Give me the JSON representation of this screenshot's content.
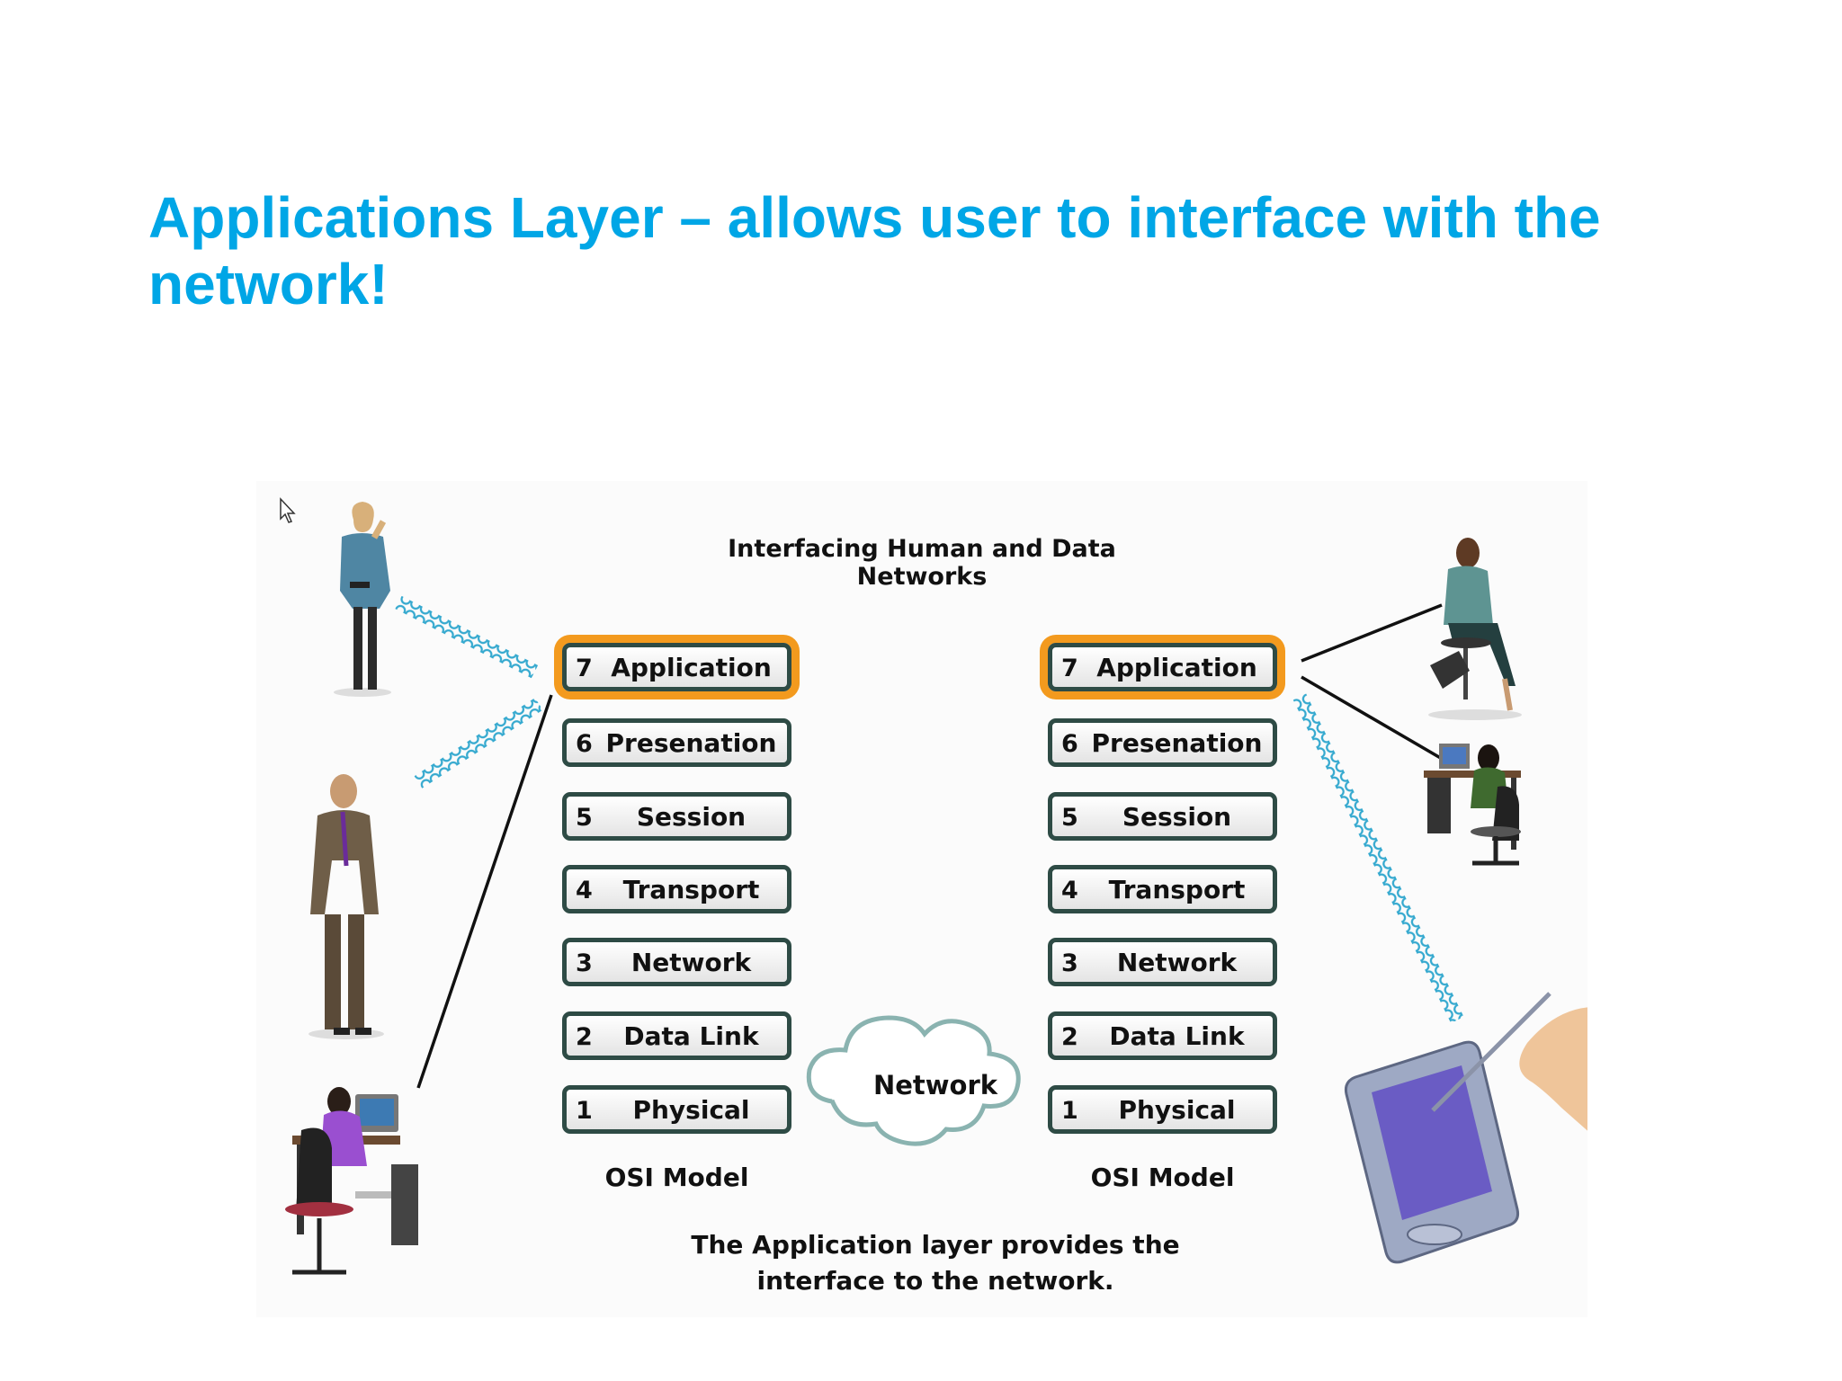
{
  "slide": {
    "title": "Applications Layer – allows user to interface with the network!"
  },
  "figure": {
    "title": "Interfacing Human and Data Networks",
    "caption": "The Application layer provides the interface to the network.",
    "cloud_label": "Network",
    "stacks": [
      {
        "label": "OSI Model",
        "layers": [
          {
            "num": "7",
            "name": "Application",
            "highlighted": true
          },
          {
            "num": "6",
            "name": "Presenation"
          },
          {
            "num": "5",
            "name": "Session"
          },
          {
            "num": "4",
            "name": "Transport"
          },
          {
            "num": "3",
            "name": "Network"
          },
          {
            "num": "2",
            "name": "Data Link"
          },
          {
            "num": "1",
            "name": "Physical"
          }
        ]
      },
      {
        "label": "OSI Model",
        "layers": [
          {
            "num": "7",
            "name": "Application",
            "highlighted": true
          },
          {
            "num": "6",
            "name": "Presenation"
          },
          {
            "num": "5",
            "name": "Session"
          },
          {
            "num": "4",
            "name": "Transport"
          },
          {
            "num": "3",
            "name": "Network"
          },
          {
            "num": "2",
            "name": "Data Link"
          },
          {
            "num": "1",
            "name": "Physical"
          }
        ]
      }
    ],
    "icons": [
      "mouse-cursor-icon",
      "woman-on-phone-icon",
      "man-on-phone-icon",
      "man-at-computer-icon",
      "woman-sitting-on-phone-icon",
      "woman-at-computer-icon",
      "pda-stylus-icon",
      "network-cloud-icon"
    ],
    "colors": {
      "title": "#00a6e6",
      "highlight": "#f39a1e",
      "layer_border": "#2e4b45",
      "wireless": "#35a9cf"
    }
  }
}
